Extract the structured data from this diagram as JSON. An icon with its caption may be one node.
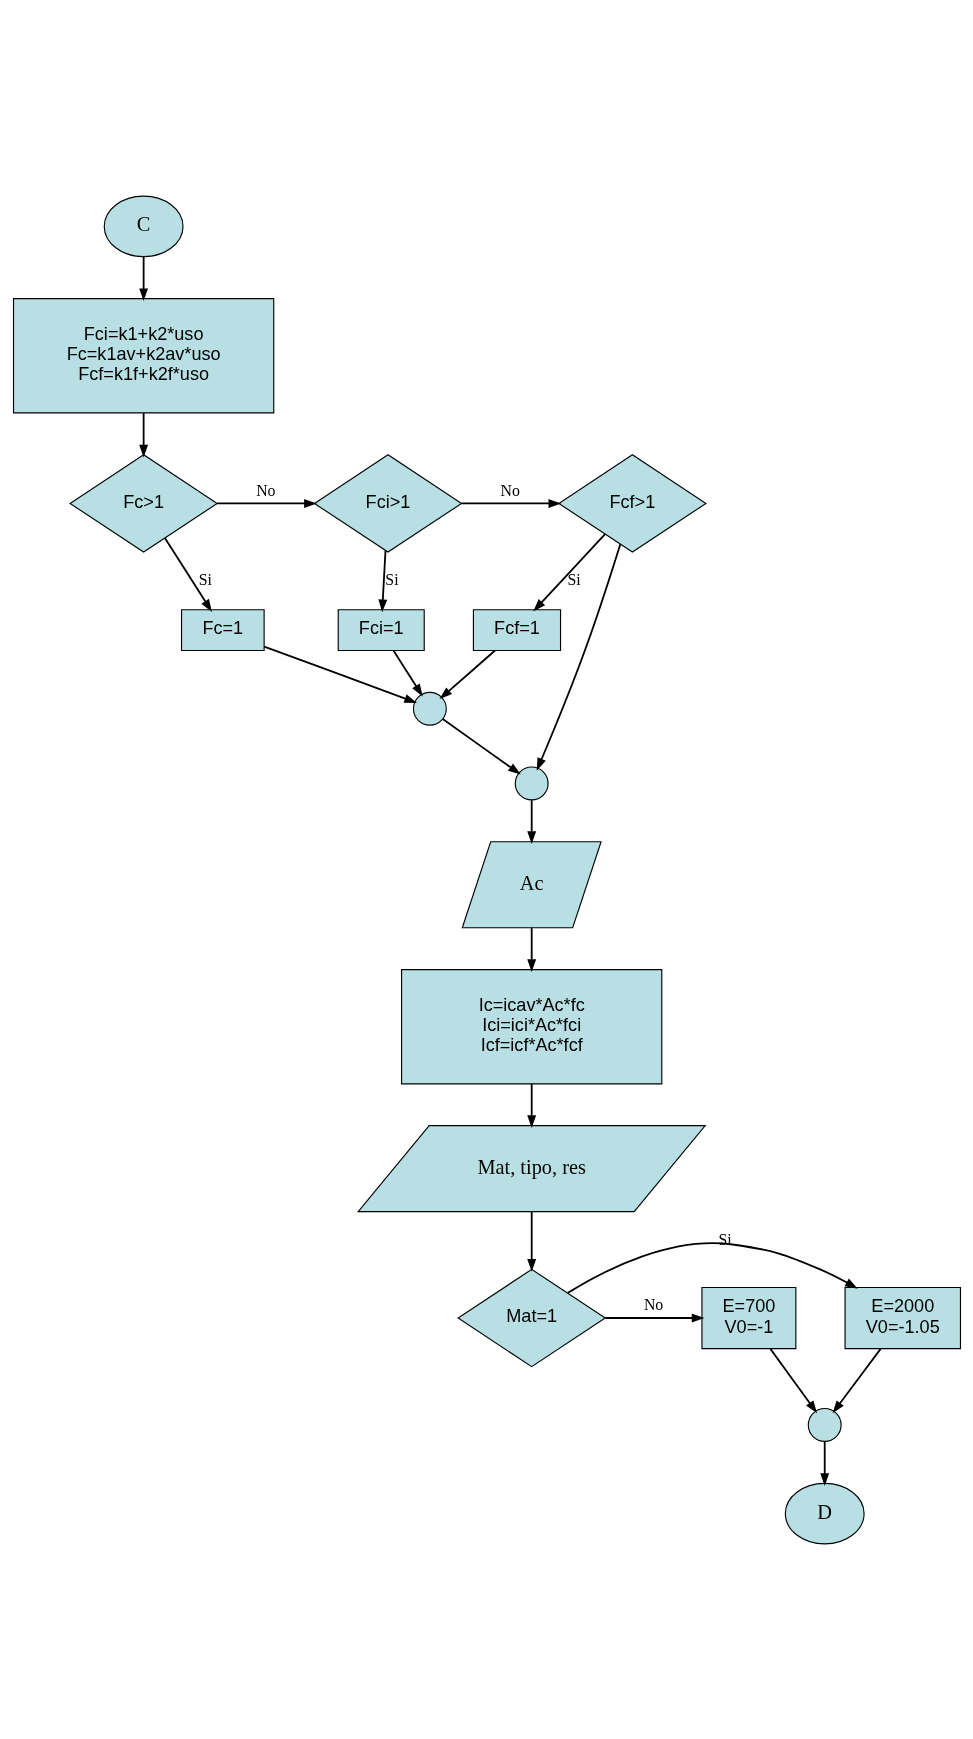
{
  "diagram": {
    "nodes": [
      {
        "text": [
          "C"
        ]
      },
      {
        "text": [
          "Fci=k1+k2*uso",
          "Fc=k1av+k2av*uso",
          "Fcf=k1f+k2f*uso"
        ]
      },
      {
        "text": [
          "Fc>1"
        ]
      },
      {
        "text": [
          "Fci>1"
        ]
      },
      {
        "text": [
          "Fcf>1"
        ]
      },
      {
        "text": [
          "Fc=1"
        ]
      },
      {
        "text": [
          "Fci=1"
        ]
      },
      {
        "text": [
          "Fcf=1"
        ]
      },
      {
        "text": [],
        "shape": "circle"
      },
      {
        "text": [],
        "shape": "circle"
      },
      {
        "text": [
          "Ac"
        ]
      },
      {
        "text": [
          "Ic=icav*Ac*fc",
          "Ici=ici*Ac*fci",
          "Icf=icf*Ac*fcf"
        ]
      },
      {
        "text": [
          "Mat, tipo, res"
        ]
      },
      {
        "text": [
          "Mat=1"
        ]
      },
      {
        "text": [
          "E=2000",
          "V0=-1.05"
        ]
      },
      {
        "text": [
          "E=700",
          "V0=-1"
        ]
      },
      {
        "text": [],
        "shape": "circle"
      },
      {
        "text": [
          "D"
        ]
      }
    ],
    "edges": [
      {
        "from": 0,
        "to": 1,
        "arrow": "to"
      },
      {
        "from": 1,
        "to": 2,
        "arrow": "to"
      },
      {
        "from": 2,
        "to": 3,
        "arrow": "to",
        "label": "No"
      },
      {
        "from": 3,
        "to": 4,
        "arrow": "to",
        "label": "No"
      },
      {
        "from": 2,
        "to": 5,
        "arrow": "to",
        "label": "Si"
      },
      {
        "from": 3,
        "to": 6,
        "arrow": "to",
        "label": "Si"
      },
      {
        "from": 4,
        "to": 7,
        "arrow": "to",
        "label": "Si"
      },
      {
        "from": 5,
        "to": 8,
        "arrow": "to"
      },
      {
        "from": 6,
        "to": 8,
        "arrow": "to"
      },
      {
        "from": 7,
        "to": 8,
        "arrow": "to"
      },
      {
        "from": 4,
        "to": 9,
        "arrow": "to"
      },
      {
        "from": 8,
        "to": 9,
        "arrow": "to"
      },
      {
        "from": 9,
        "to": 10,
        "arrow": "to"
      },
      {
        "from": 10,
        "to": 11,
        "arrow": "to"
      },
      {
        "from": 11,
        "to": 12,
        "arrow": "to"
      },
      {
        "from": 12,
        "to": 13,
        "arrow": "to"
      },
      {
        "from": 13,
        "to": 14,
        "arrow": "to",
        "label": "Si"
      },
      {
        "from": 13,
        "to": 15,
        "arrow": "to",
        "label": "No"
      },
      {
        "from": 14,
        "to": 16,
        "arrow": "to"
      },
      {
        "from": 15,
        "to": 16,
        "arrow": "to"
      },
      {
        "from": 16,
        "to": 17,
        "arrow": "to"
      }
    ]
  }
}
